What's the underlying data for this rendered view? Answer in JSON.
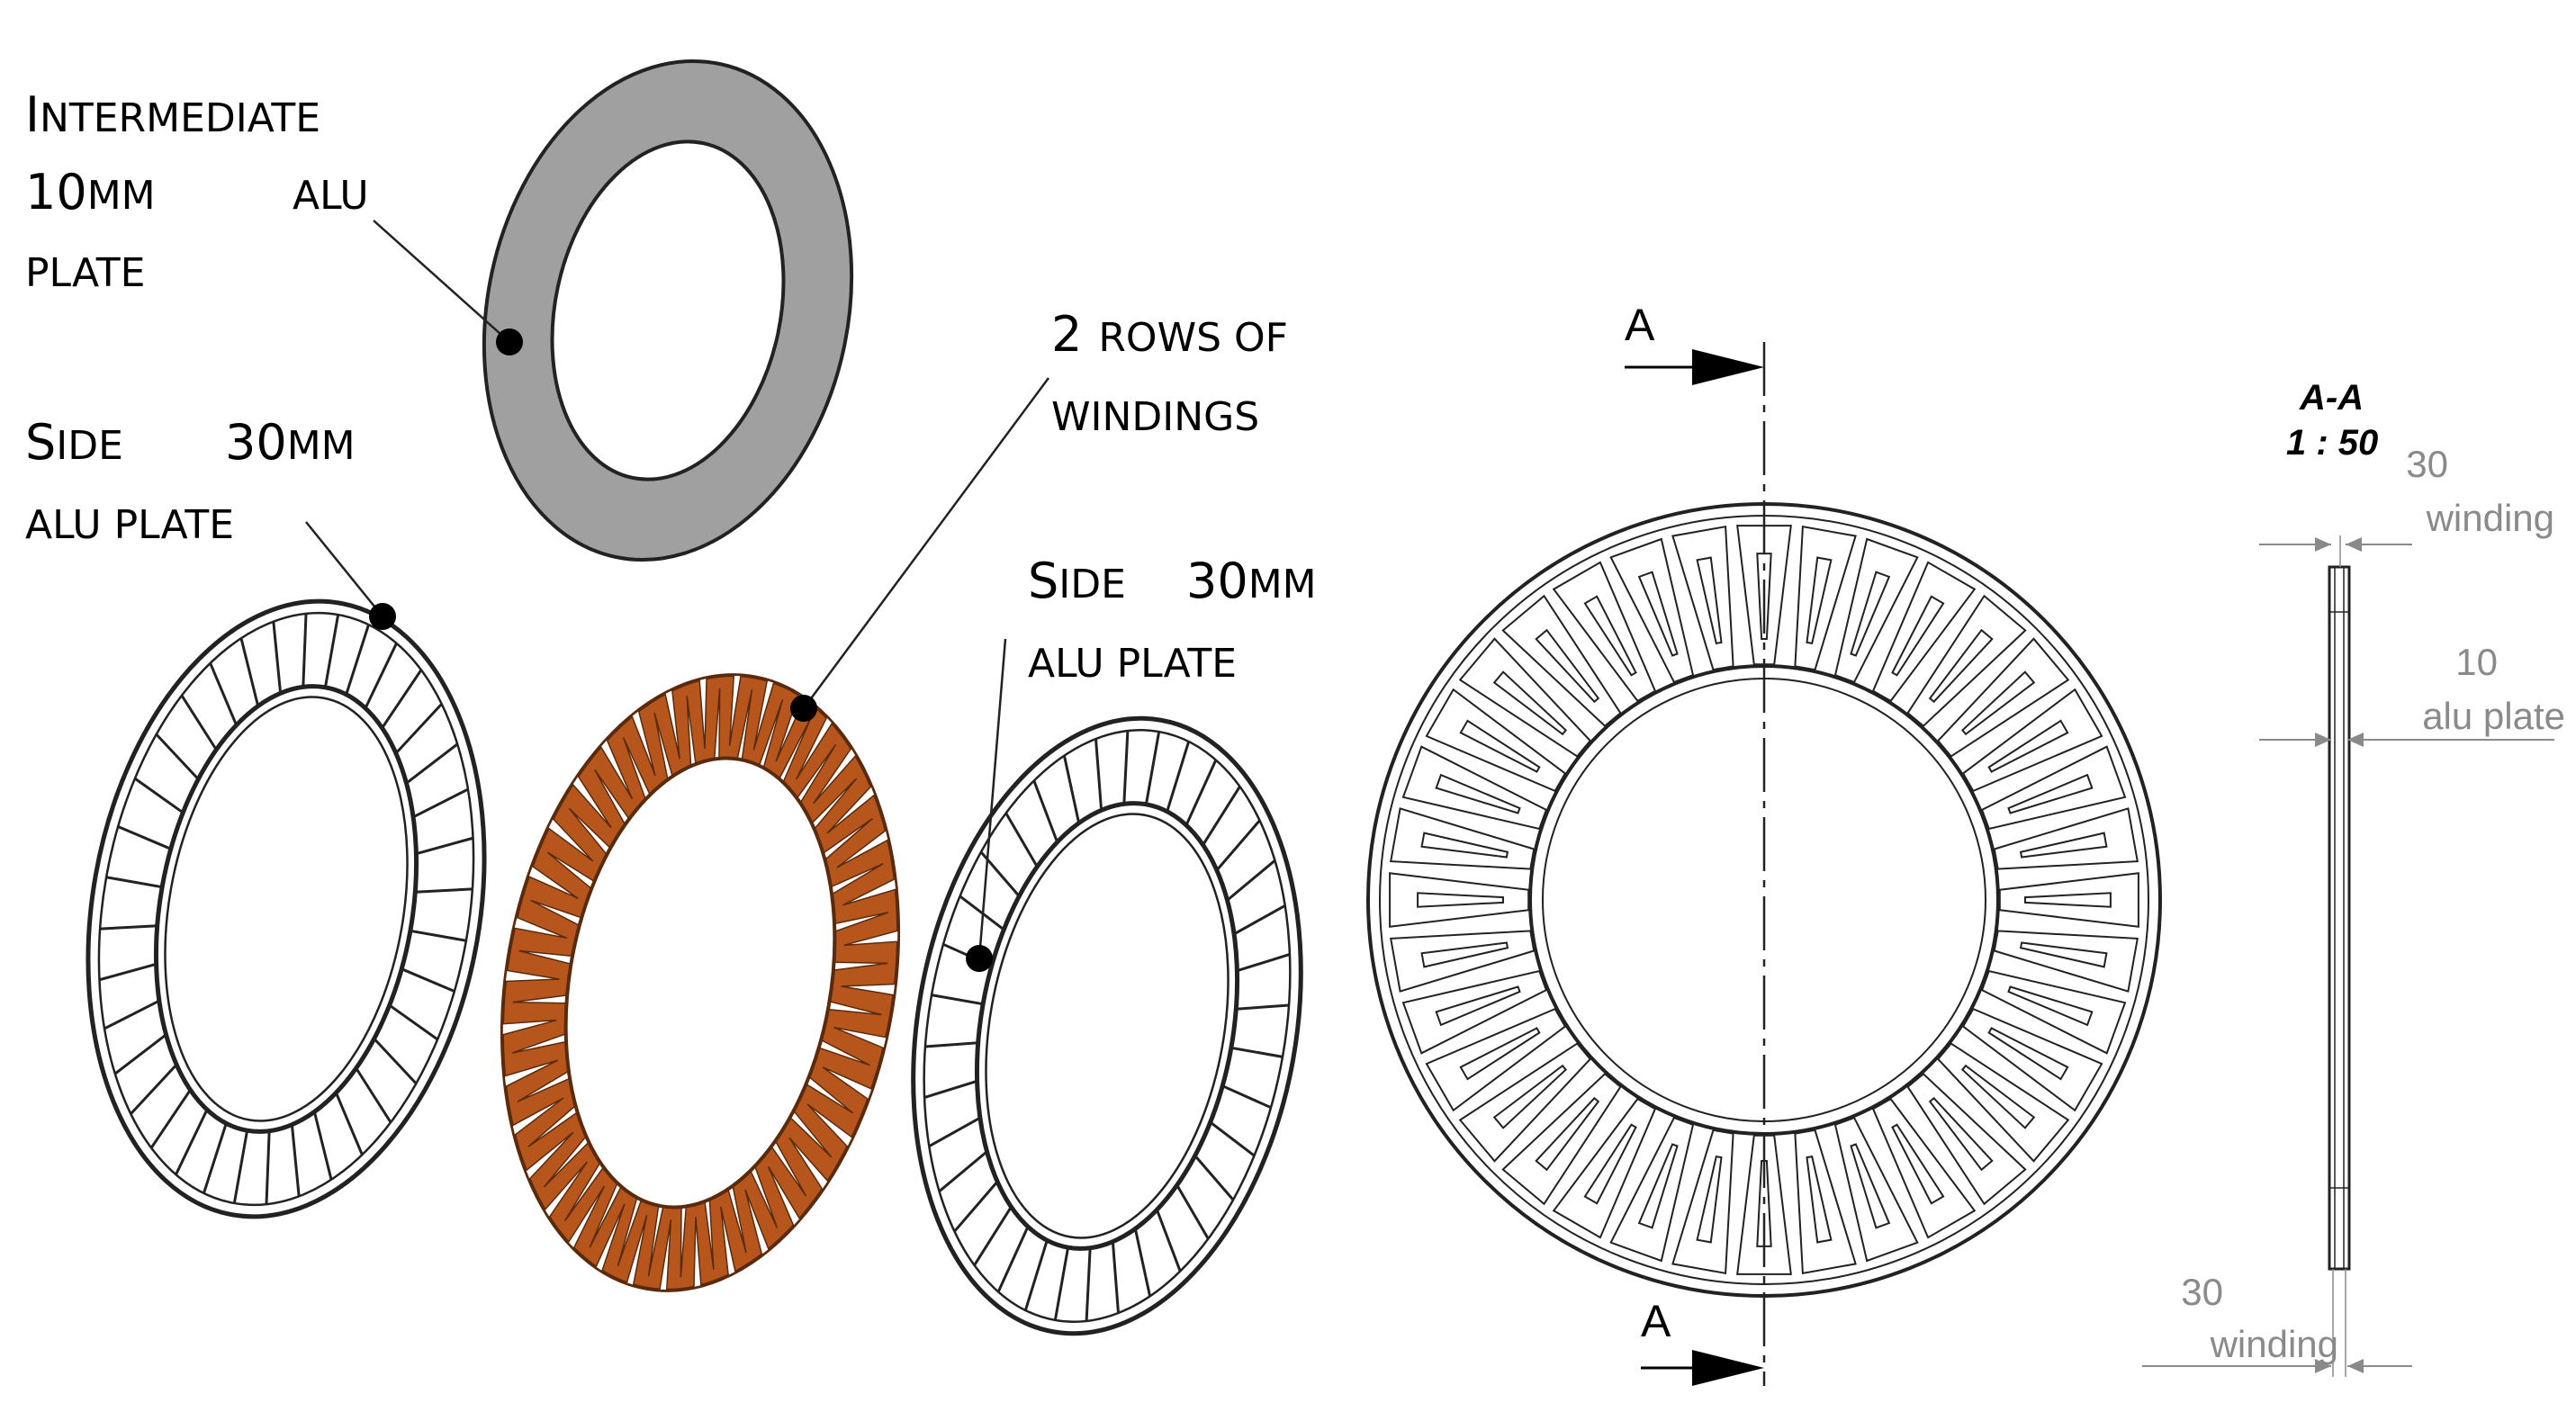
{
  "colors": {
    "intermediate_plate": "#a0a0a0",
    "winding": "#b6561c",
    "winding_stroke": "#5a2a0c",
    "line": "#222222",
    "dimension": "#8a8a8a"
  },
  "labels": {
    "intermediate": {
      "line1_cap": "I",
      "line1_rest": "NTERMEDIATE",
      "line2_num": "10",
      "line2_unit": "MM",
      "line2_word": "ALU",
      "line3": "PLATE"
    },
    "side_left": {
      "line1_cap": "S",
      "line1_rest": "IDE",
      "line1_num": "30",
      "line1_unit": "MM",
      "line2": "ALU PLATE"
    },
    "windings": {
      "line1_num": "2",
      "line1_rest": "ROWS OF",
      "line2": "WINDINGS"
    },
    "side_right": {
      "line1_cap": "S",
      "line1_rest": "IDE",
      "line1_num": "30",
      "line1_unit": "MM",
      "line2": "ALU PLATE"
    }
  },
  "drawing": {
    "section_mark_top": "A",
    "section_mark_bottom": "A",
    "section_title": "A-A",
    "scale": "1 : 50",
    "slot_count": 36
  },
  "dimensions": {
    "top_value": "30",
    "top_label": "winding",
    "mid_value": "10",
    "mid_label": "alu plate",
    "bottom_value": "30",
    "bottom_label": "winding"
  }
}
